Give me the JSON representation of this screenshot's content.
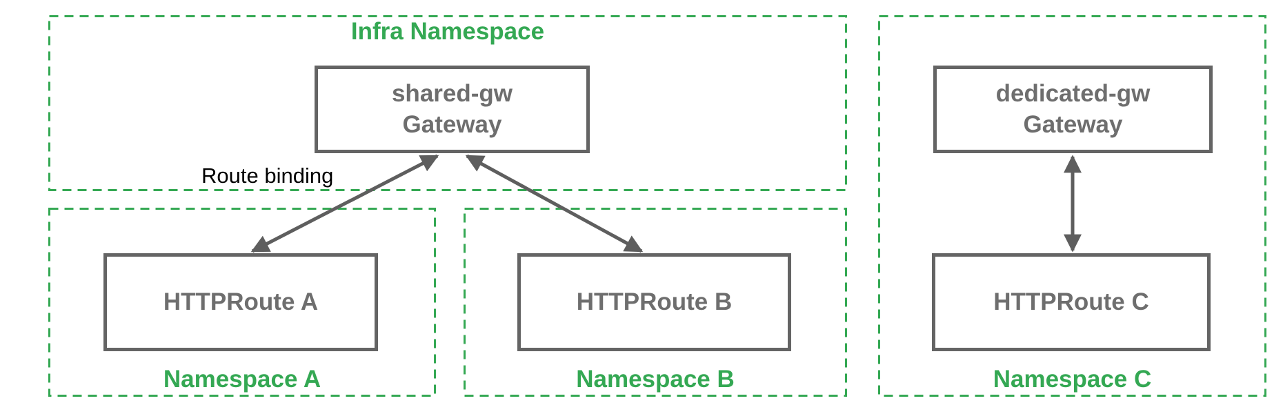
{
  "diagram": {
    "infra_namespace": {
      "label": "Infra Namespace"
    },
    "shared_gateway": {
      "name": "shared-gw",
      "type": "Gateway"
    },
    "dedicated_gateway": {
      "name": "dedicated-gw",
      "type": "Gateway"
    },
    "namespace_a": {
      "label": "Namespace A",
      "route_label": "HTTPRoute A"
    },
    "namespace_b": {
      "label": "Namespace B",
      "route_label": "HTTPRoute B"
    },
    "namespace_c": {
      "label": "Namespace C",
      "route_label": "HTTPRoute C"
    },
    "edge_label": "Route binding",
    "colors": {
      "namespace_green": "#34A853",
      "node_border_gray": "#646464",
      "node_text_gray": "#6E6E6E",
      "arrow_gray": "#5E5E5E",
      "edge_label_black": "#000000",
      "background": "#FFFFFF"
    }
  }
}
